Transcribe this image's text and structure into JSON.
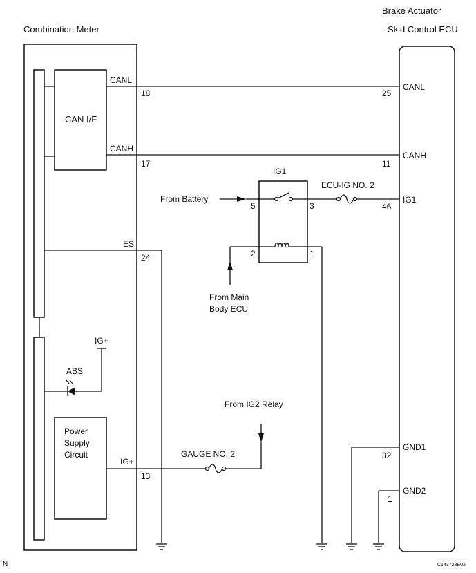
{
  "labels": {
    "combination_meter": "Combination Meter",
    "brake_actuator_1": "Brake Actuator",
    "brake_actuator_2": "- Skid Control ECU",
    "can_if": "CAN I/F",
    "canl_left": "CANL",
    "canh_left": "CANH",
    "canl_right": "CANL",
    "canh_right": "CANH",
    "es": "ES",
    "ig_plus_abs": "IG+",
    "abs": "ABS",
    "power_supply_1": "Power",
    "power_supply_2": "Supply",
    "power_supply_3": "Circuit",
    "ig_plus_meter": "IG+",
    "ig1_relay": "IG1",
    "from_battery": "From Battery",
    "ecu_ig_no2": "ECU-IG NO. 2",
    "ig1_ecu": "IG1",
    "from_main_body_1": "From Main",
    "from_main_body_2": "Body ECU",
    "from_ig2_relay": "From IG2 Relay",
    "gauge_no2": "GAUGE NO. 2",
    "gnd1": "GND1",
    "gnd2": "GND2",
    "corner_n": "N",
    "figure_code": "C143728E02"
  },
  "pins": {
    "meter_canl": "18",
    "meter_canh": "17",
    "meter_es": "24",
    "meter_igplus": "13",
    "ecu_canl": "25",
    "ecu_canh": "11",
    "ecu_ig1": "46",
    "ecu_gnd1": "32",
    "ecu_gnd2": "1",
    "relay_5": "5",
    "relay_3": "3",
    "relay_2": "2",
    "relay_1": "1"
  }
}
